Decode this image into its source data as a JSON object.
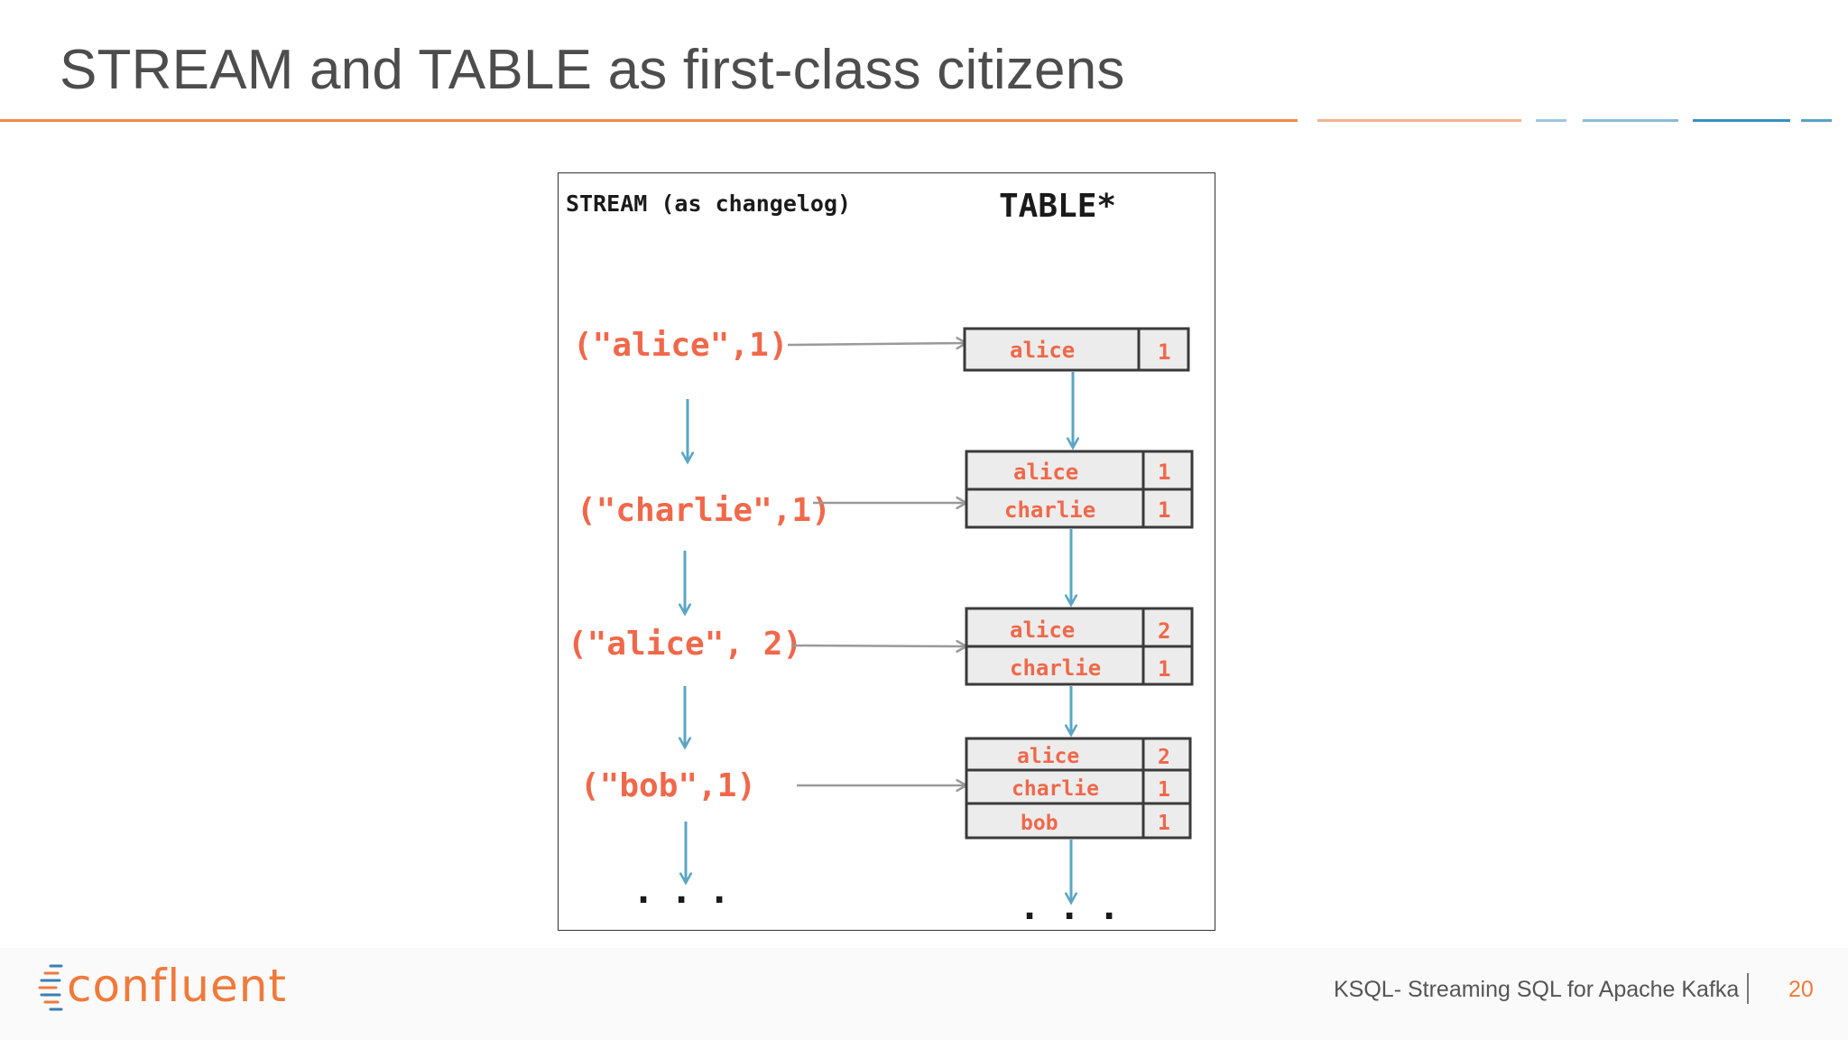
{
  "slide": {
    "title": "STREAM and TABLE as first-class citizens",
    "page_number": "20",
    "footer_text": "KSQL- Streaming SQL for Apache Kafka"
  },
  "brand": {
    "logo_text": "confluent",
    "accent_color": "#f07a3a",
    "secondary_color": "#5aa0c8"
  },
  "diagram": {
    "stream_heading": "STREAM (as changelog)",
    "table_heading": "TABLE*",
    "ellipsis": "...",
    "events": [
      {
        "label": "(\"alice\",1)"
      },
      {
        "label": "(\"charlie\",1)"
      },
      {
        "label": "(\"alice\", 2)"
      },
      {
        "label": "(\"bob\",1)"
      }
    ],
    "tables": [
      {
        "rows": [
          {
            "key": "alice",
            "value": "1"
          }
        ]
      },
      {
        "rows": [
          {
            "key": "alice",
            "value": "1"
          },
          {
            "key": "charlie",
            "value": "1"
          }
        ]
      },
      {
        "rows": [
          {
            "key": "alice",
            "value": "2"
          },
          {
            "key": "charlie",
            "value": "1"
          }
        ]
      },
      {
        "rows": [
          {
            "key": "alice",
            "value": "2"
          },
          {
            "key": "charlie",
            "value": "1"
          },
          {
            "key": "bob",
            "value": "1"
          }
        ]
      }
    ],
    "colors": {
      "text_handwritten": "#f0684a",
      "arrow_down": "#5aa6c4",
      "arrow_right": "#9a9a9a",
      "table_fill": "#ececec",
      "table_border": "#3a3a3a"
    }
  }
}
